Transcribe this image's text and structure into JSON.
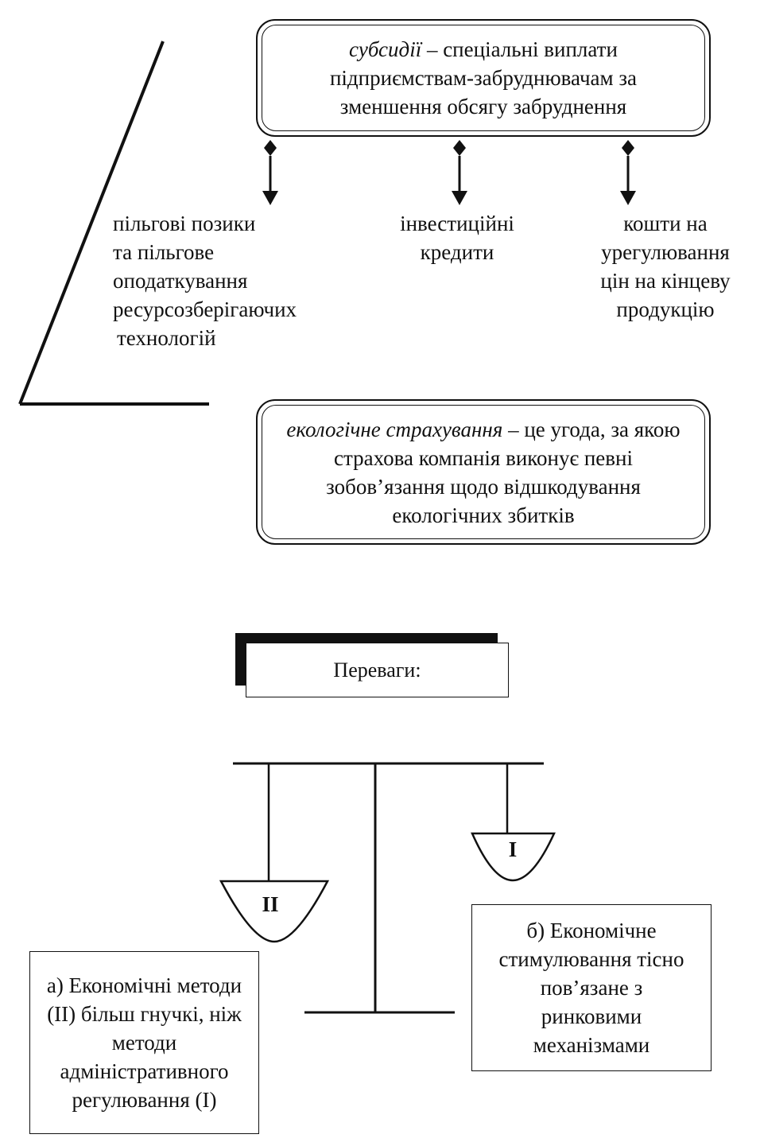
{
  "subsidies_box": {
    "term": "субсидії",
    "definition": " – спеціальні виплати підприємствам-забруднювачам за зменшення обсягу забруднення"
  },
  "subsidy_types": {
    "loans": [
      "пільгові позики",
      "та пільгове",
      "оподаткування",
      "ресурсозберігаючих",
      "технологій"
    ],
    "credits": [
      "інвестиційні",
      "кредити"
    ],
    "prices": [
      "кошти на",
      "урегулювання",
      "цін на кінцеву",
      "продукцію"
    ]
  },
  "insurance_box": {
    "term": "екологічне страхування",
    "definition": " – це угода, за якою страхова компанія виконує певні зобов’язання щодо відшкодування екологічних збитків"
  },
  "advantages": {
    "title": "Переваги:"
  },
  "scale": {
    "left_pan": "II",
    "right_pan": "I"
  },
  "advantage_a": "а) Економічні методи (ІІ) більш гнучкі, ніж методи адміністративного регулювання (І)",
  "advantage_b": "б) Економічне стимулювання тісно пов’язане з ринковими механізмами"
}
